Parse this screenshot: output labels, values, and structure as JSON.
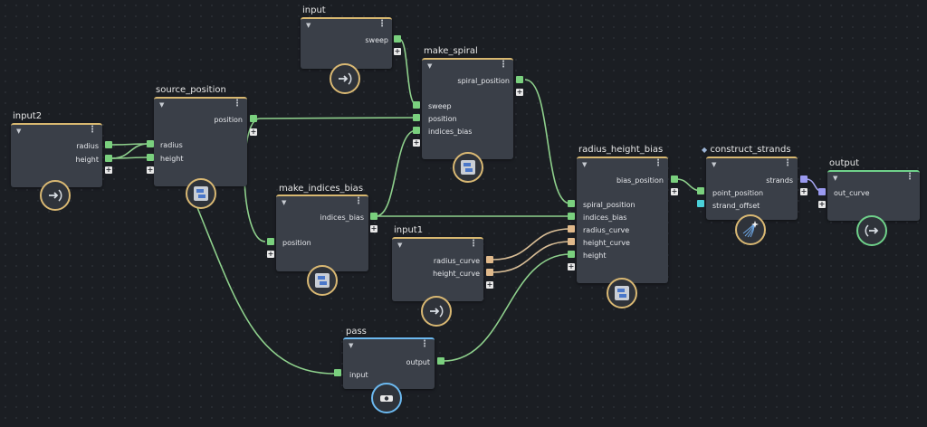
{
  "colors": {
    "background": "#1b1e23",
    "node_body": "#3a3f48",
    "accent_default": "#d8b870",
    "accent_output": "#6fd18a",
    "accent_pass": "#6cb9f0",
    "port_green": "#7ad07e",
    "port_tan": "#e0b98b",
    "port_purple": "#9a9af0",
    "port_cyan": "#4ad0d8",
    "wire_green": "#8ed08c",
    "wire_tan": "#d8bd96",
    "wire_purple": "#a3a3ee"
  },
  "nodes": {
    "input2": {
      "title": "input2",
      "outputs": [
        "radius",
        "height"
      ],
      "badge_icon": "arrow-in-icon"
    },
    "source_position": {
      "title": "source_position",
      "inputs": [
        "radius",
        "height"
      ],
      "outputs": [
        "position"
      ],
      "badge_icon": "subgraph-icon"
    },
    "input": {
      "title": "input",
      "outputs": [
        "sweep"
      ],
      "badge_icon": "arrow-in-icon"
    },
    "make_spiral": {
      "title": "make_spiral",
      "inputs": [
        "sweep",
        "position",
        "indices_bias"
      ],
      "outputs": [
        "spiral_position"
      ],
      "badge_icon": "subgraph-icon"
    },
    "make_indices_bias": {
      "title": "make_indices_bias",
      "inputs": [
        "position"
      ],
      "outputs": [
        "indices_bias"
      ],
      "badge_icon": "subgraph-icon"
    },
    "input1": {
      "title": "input1",
      "outputs": [
        "radius_curve",
        "height_curve"
      ],
      "badge_icon": "arrow-in-icon"
    },
    "radius_height_bias": {
      "title": "radius_height_bias",
      "inputs": [
        "spiral_position",
        "indices_bias",
        "radius_curve",
        "height_curve",
        "height"
      ],
      "outputs": [
        "bias_position"
      ],
      "badge_icon": "subgraph-icon"
    },
    "construct_strands": {
      "title": "construct_strands",
      "inputs": [
        "point_position",
        "strand_offset"
      ],
      "outputs": [
        "strands"
      ],
      "badge_icon": "strands-icon"
    },
    "output": {
      "title": "output",
      "inputs": [
        "out_curve"
      ],
      "badge_icon": "arrow-out-icon"
    },
    "pass": {
      "title": "pass",
      "inputs": [
        "input"
      ],
      "outputs": [
        "output"
      ],
      "badge_icon": "pass-icon"
    }
  }
}
